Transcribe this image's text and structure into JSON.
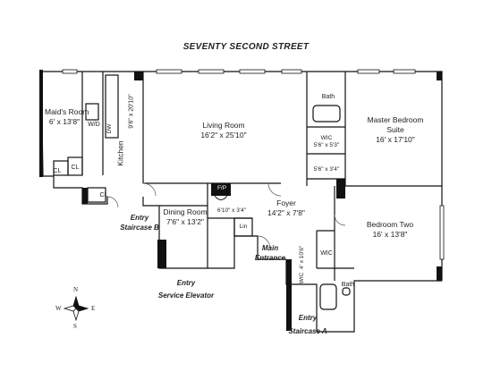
{
  "title": "SEVENTY SECOND STREET",
  "rooms": {
    "maids_room": {
      "name": "Maid's Room",
      "dims": "6' x 13'8\""
    },
    "kitchen": {
      "name": "Kitchen",
      "dims": "9'6\" x 20'10\""
    },
    "living_room": {
      "name": "Living Room",
      "dims": "16'2\" x 25'10\""
    },
    "master_bedroom": {
      "name_line1": "Master Bedroom",
      "name_line2": "Suite",
      "dims": "16' x 17'10\""
    },
    "wic_master": {
      "name": "WIC",
      "dims": "5'6\" x 5'3\""
    },
    "closet_master": {
      "dims": "5'6\" x 3'4\""
    },
    "dining_room": {
      "name": "Dining Room",
      "dims": "7'6\" x 13'2\""
    },
    "foyer": {
      "name": "Foyer",
      "dims": "14'2\" x 7'8\""
    },
    "closet_foyer": {
      "dims": "6'10\" x 3'4\""
    },
    "bedroom_two": {
      "name": "Bedroom Two",
      "dims": "16' x 13'8\""
    },
    "wic_two": {
      "name": "WIC"
    },
    "wic_hall": {
      "name": "WIC",
      "dims": "4' x 10'6\""
    }
  },
  "fixtures": {
    "bath_master": "Bath",
    "bath_two": "Bath",
    "wd": "W/D",
    "dw": "DW",
    "cl1": "CL",
    "cl2": "CL",
    "cl3": "CL",
    "fp": "F/P",
    "lin": "Lin"
  },
  "entries": {
    "staircase_b": {
      "line1": "Entry",
      "line2": "Staircase B"
    },
    "main": {
      "line1": "Main",
      "line2": "Entrance"
    },
    "service": {
      "line1": "Entry",
      "line2": "Service Elevator"
    },
    "staircase_a": {
      "line1": "Entry",
      "line2": "Staircase A"
    }
  },
  "compass": {
    "n": "N",
    "s": "S",
    "e": "E",
    "w": "W"
  }
}
